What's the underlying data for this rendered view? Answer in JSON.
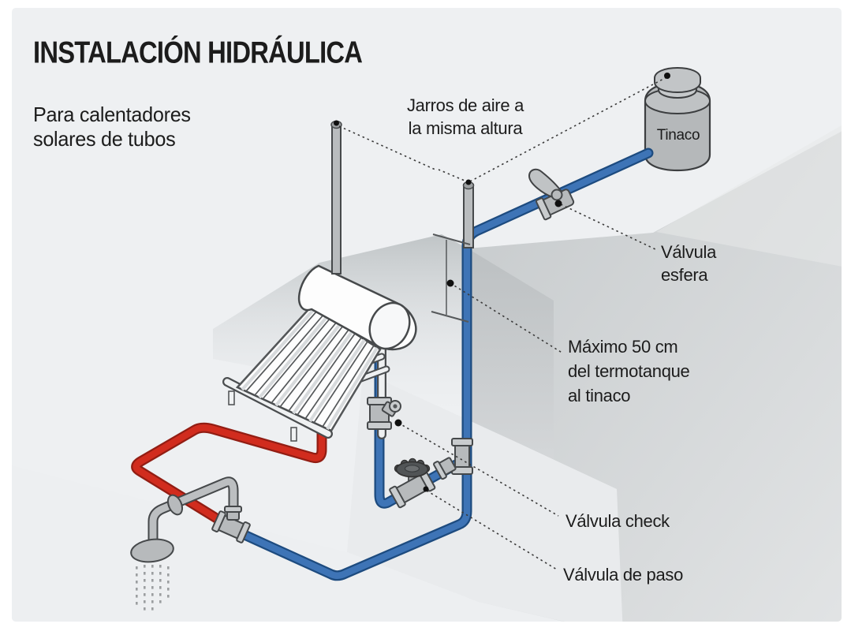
{
  "header": {
    "title": "INSTALACIÓN HIDRÁULICA",
    "subtitle": [
      "Para calentadores",
      "solares de tubos"
    ]
  },
  "annotations": {
    "jarros": [
      "Jarros de aire a",
      "la misma altura"
    ],
    "tinaco": "Tinaco",
    "valvula_esfera": [
      "Válvula",
      "esfera"
    ],
    "maximo": [
      "Máximo 50 cm",
      "del termotanque",
      "al tinaco"
    ],
    "valvula_check": "Válvula check",
    "valvula_paso": "Válvula de paso"
  },
  "colors": {
    "background": "#eef0f2",
    "wall_shade": "#c9cdcf",
    "cold_water": "#3e74b6",
    "cold_water_outline": "#1d4b7f",
    "hot_water": "#d12c1e",
    "hot_water_outline": "#921d13",
    "fitting": "#b7babc",
    "fitting_outline": "#45484a",
    "text": "#1c1c1c"
  }
}
